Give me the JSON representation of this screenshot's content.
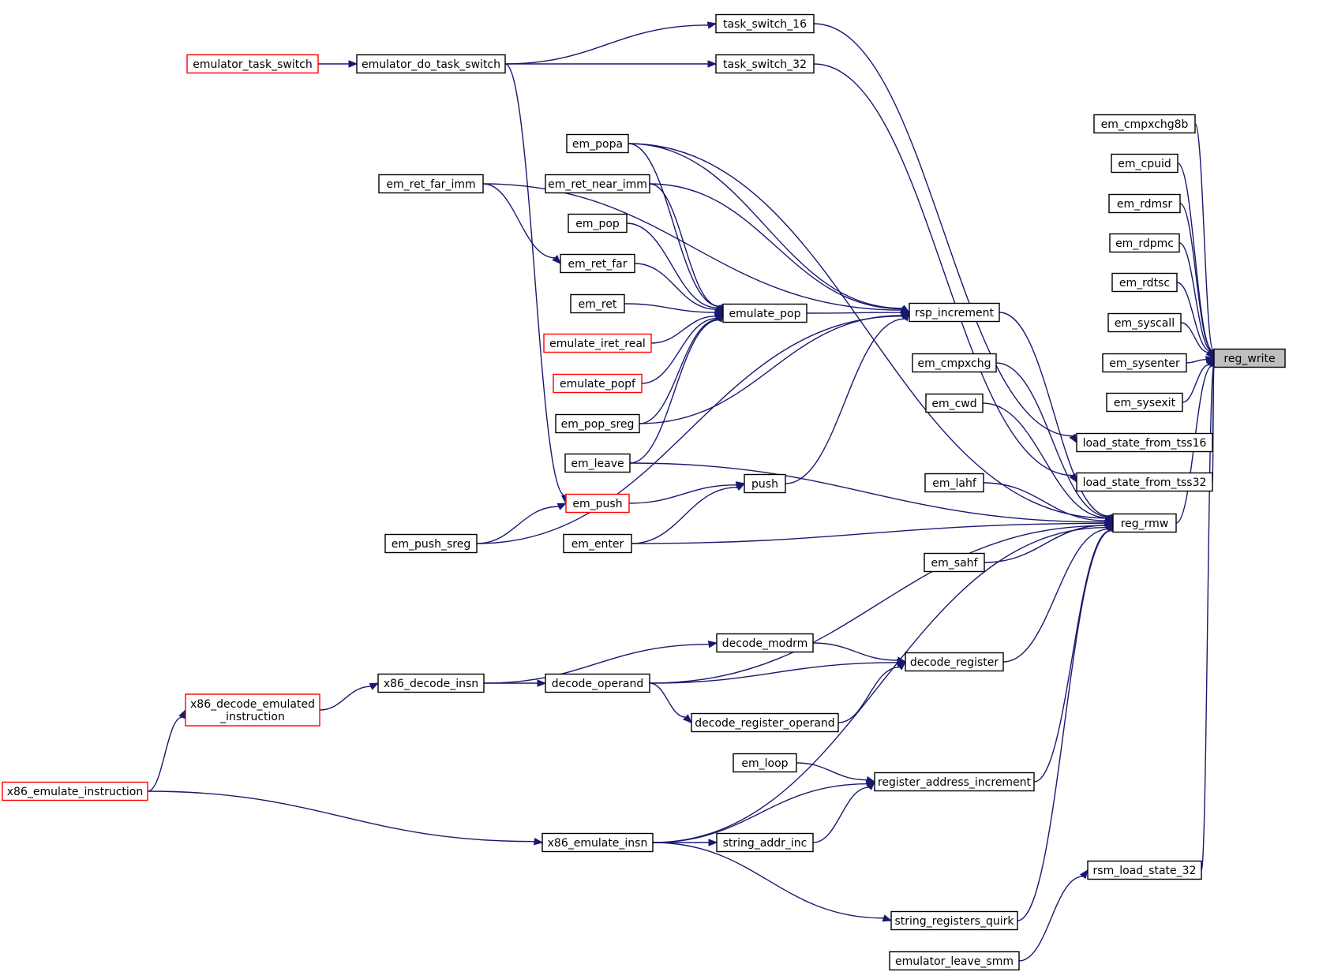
{
  "colors": {
    "edge": "#191970",
    "node_border": "#000000",
    "ref_border": "#ff0000",
    "highlight_fill": "#bfbfbf",
    "node_fill": "#ffffff"
  },
  "nodes": [
    {
      "id": "reg_write",
      "label": "reg_write",
      "style": "highlight"
    },
    {
      "id": "em_cmpxchg8b",
      "label": "em_cmpxchg8b",
      "style": "normal"
    },
    {
      "id": "em_cpuid",
      "label": "em_cpuid",
      "style": "normal"
    },
    {
      "id": "em_rdmsr",
      "label": "em_rdmsr",
      "style": "normal"
    },
    {
      "id": "em_rdpmc",
      "label": "em_rdpmc",
      "style": "normal"
    },
    {
      "id": "em_rdtsc",
      "label": "em_rdtsc",
      "style": "normal"
    },
    {
      "id": "em_syscall",
      "label": "em_syscall",
      "style": "normal"
    },
    {
      "id": "em_sysenter",
      "label": "em_sysenter",
      "style": "normal"
    },
    {
      "id": "em_sysexit",
      "label": "em_sysexit",
      "style": "normal"
    },
    {
      "id": "load_state_from_tss16",
      "label": "load_state_from_tss16",
      "style": "normal"
    },
    {
      "id": "load_state_from_tss32",
      "label": "load_state_from_tss32",
      "style": "normal"
    },
    {
      "id": "reg_rmw",
      "label": "reg_rmw",
      "style": "normal"
    },
    {
      "id": "rsm_load_state_32",
      "label": "rsm_load_state_32",
      "style": "normal"
    },
    {
      "id": "emulator_leave_smm",
      "label": "emulator_leave_smm",
      "style": "normal"
    },
    {
      "id": "task_switch_16",
      "label": "task_switch_16",
      "style": "normal"
    },
    {
      "id": "task_switch_32",
      "label": "task_switch_32",
      "style": "normal"
    },
    {
      "id": "emulator_do_task_switch",
      "label": "emulator_do_task_switch",
      "style": "normal"
    },
    {
      "id": "emulator_task_switch",
      "label": "emulator_task_switch",
      "style": "ref"
    },
    {
      "id": "rsp_increment",
      "label": "rsp_increment",
      "style": "normal"
    },
    {
      "id": "em_cmpxchg",
      "label": "em_cmpxchg",
      "style": "normal"
    },
    {
      "id": "em_cwd",
      "label": "em_cwd",
      "style": "normal"
    },
    {
      "id": "em_lahf",
      "label": "em_lahf",
      "style": "normal"
    },
    {
      "id": "em_sahf",
      "label": "em_sahf",
      "style": "normal"
    },
    {
      "id": "decode_register",
      "label": "decode_register",
      "style": "normal"
    },
    {
      "id": "register_address_increment",
      "label": "register_address_increment",
      "style": "normal"
    },
    {
      "id": "string_registers_quirk",
      "label": "string_registers_quirk",
      "style": "normal"
    },
    {
      "id": "em_popa",
      "label": "em_popa",
      "style": "normal"
    },
    {
      "id": "em_ret_near_imm",
      "label": "em_ret_near_imm",
      "style": "normal"
    },
    {
      "id": "em_pop",
      "label": "em_pop",
      "style": "normal"
    },
    {
      "id": "em_ret_far",
      "label": "em_ret_far",
      "style": "normal"
    },
    {
      "id": "em_ret",
      "label": "em_ret",
      "style": "normal"
    },
    {
      "id": "emulate_pop",
      "label": "emulate_pop",
      "style": "normal"
    },
    {
      "id": "emulate_iret_real",
      "label": "emulate_iret_real",
      "style": "ref"
    },
    {
      "id": "emulate_popf",
      "label": "emulate_popf",
      "style": "ref"
    },
    {
      "id": "em_pop_sreg",
      "label": "em_pop_sreg",
      "style": "normal"
    },
    {
      "id": "em_leave",
      "label": "em_leave",
      "style": "normal"
    },
    {
      "id": "push",
      "label": "push",
      "style": "normal"
    },
    {
      "id": "em_push",
      "label": "em_push",
      "style": "ref"
    },
    {
      "id": "em_enter",
      "label": "em_enter",
      "style": "normal"
    },
    {
      "id": "em_ret_far_imm",
      "label": "em_ret_far_imm",
      "style": "normal"
    },
    {
      "id": "em_push_sreg",
      "label": "em_push_sreg",
      "style": "normal"
    },
    {
      "id": "decode_modrm",
      "label": "decode_modrm",
      "style": "normal"
    },
    {
      "id": "decode_operand",
      "label": "decode_operand",
      "style": "normal"
    },
    {
      "id": "decode_register_operand",
      "label": "decode_register_operand",
      "style": "normal"
    },
    {
      "id": "x86_decode_insn",
      "label": "x86_decode_insn",
      "style": "normal"
    },
    {
      "id": "x86_decode_emulated_instruction",
      "label": "x86_decode_emulated\n_instruction",
      "style": "ref"
    },
    {
      "id": "x86_emulate_instruction",
      "label": "x86_emulate_instruction",
      "style": "ref"
    },
    {
      "id": "em_loop",
      "label": "em_loop",
      "style": "normal"
    },
    {
      "id": "string_addr_inc",
      "label": "string_addr_inc",
      "style": "normal"
    },
    {
      "id": "x86_emulate_insn",
      "label": "x86_emulate_insn",
      "style": "normal"
    }
  ],
  "edges": [
    [
      "em_cmpxchg8b",
      "reg_write"
    ],
    [
      "em_cpuid",
      "reg_write"
    ],
    [
      "em_rdmsr",
      "reg_write"
    ],
    [
      "em_rdpmc",
      "reg_write"
    ],
    [
      "em_rdtsc",
      "reg_write"
    ],
    [
      "em_syscall",
      "reg_write"
    ],
    [
      "em_sysenter",
      "reg_write"
    ],
    [
      "em_sysexit",
      "reg_write"
    ],
    [
      "load_state_from_tss16",
      "reg_write"
    ],
    [
      "load_state_from_tss32",
      "reg_write"
    ],
    [
      "reg_rmw",
      "reg_write"
    ],
    [
      "rsm_load_state_32",
      "reg_write"
    ],
    [
      "emulator_leave_smm",
      "rsm_load_state_32"
    ],
    [
      "task_switch_16",
      "load_state_from_tss16"
    ],
    [
      "task_switch_32",
      "load_state_from_tss32"
    ],
    [
      "emulator_do_task_switch",
      "task_switch_16"
    ],
    [
      "emulator_do_task_switch",
      "task_switch_32"
    ],
    [
      "emulator_task_switch",
      "emulator_do_task_switch"
    ],
    [
      "rsp_increment",
      "reg_rmw"
    ],
    [
      "em_cmpxchg",
      "reg_rmw"
    ],
    [
      "em_cwd",
      "reg_rmw"
    ],
    [
      "em_lahf",
      "reg_rmw"
    ],
    [
      "em_sahf",
      "reg_rmw"
    ],
    [
      "decode_register",
      "reg_rmw"
    ],
    [
      "register_address_increment",
      "reg_rmw"
    ],
    [
      "string_registers_quirk",
      "reg_rmw"
    ],
    [
      "em_leave",
      "reg_rmw"
    ],
    [
      "em_enter",
      "reg_rmw"
    ],
    [
      "decode_operand",
      "reg_rmw"
    ],
    [
      "x86_emulate_insn",
      "reg_rmw"
    ],
    [
      "em_popa",
      "reg_rmw"
    ],
    [
      "emulate_pop",
      "rsp_increment"
    ],
    [
      "em_popa",
      "rsp_increment"
    ],
    [
      "em_ret_near_imm",
      "rsp_increment"
    ],
    [
      "em_pop_sreg",
      "rsp_increment"
    ],
    [
      "push",
      "rsp_increment"
    ],
    [
      "em_ret_far_imm",
      "rsp_increment"
    ],
    [
      "em_push_sreg",
      "rsp_increment"
    ],
    [
      "em_popa",
      "emulate_pop"
    ],
    [
      "em_ret_near_imm",
      "emulate_pop"
    ],
    [
      "em_pop",
      "emulate_pop"
    ],
    [
      "em_ret_far",
      "emulate_pop"
    ],
    [
      "em_ret",
      "emulate_pop"
    ],
    [
      "emulate_iret_real",
      "emulate_pop"
    ],
    [
      "emulate_popf",
      "emulate_pop"
    ],
    [
      "em_pop_sreg",
      "emulate_pop"
    ],
    [
      "em_leave",
      "emulate_pop"
    ],
    [
      "em_ret_far_imm",
      "em_ret_far"
    ],
    [
      "em_push",
      "push"
    ],
    [
      "em_enter",
      "push"
    ],
    [
      "em_push_sreg",
      "em_push"
    ],
    [
      "emulator_do_task_switch",
      "em_push"
    ],
    [
      "decode_modrm",
      "decode_register"
    ],
    [
      "decode_operand",
      "decode_register"
    ],
    [
      "decode_register_operand",
      "decode_register"
    ],
    [
      "x86_decode_insn",
      "decode_modrm"
    ],
    [
      "x86_decode_insn",
      "decode_operand"
    ],
    [
      "decode_operand",
      "decode_register_operand"
    ],
    [
      "x86_decode_emulated_instruction",
      "x86_decode_insn"
    ],
    [
      "x86_emulate_instruction",
      "x86_decode_emulated_instruction"
    ],
    [
      "x86_emulate_instruction",
      "x86_emulate_insn"
    ],
    [
      "em_loop",
      "register_address_increment"
    ],
    [
      "string_addr_inc",
      "register_address_increment"
    ],
    [
      "x86_emulate_insn",
      "register_address_increment"
    ],
    [
      "x86_emulate_insn",
      "string_addr_inc"
    ],
    [
      "x86_emulate_insn",
      "string_registers_quirk"
    ]
  ]
}
